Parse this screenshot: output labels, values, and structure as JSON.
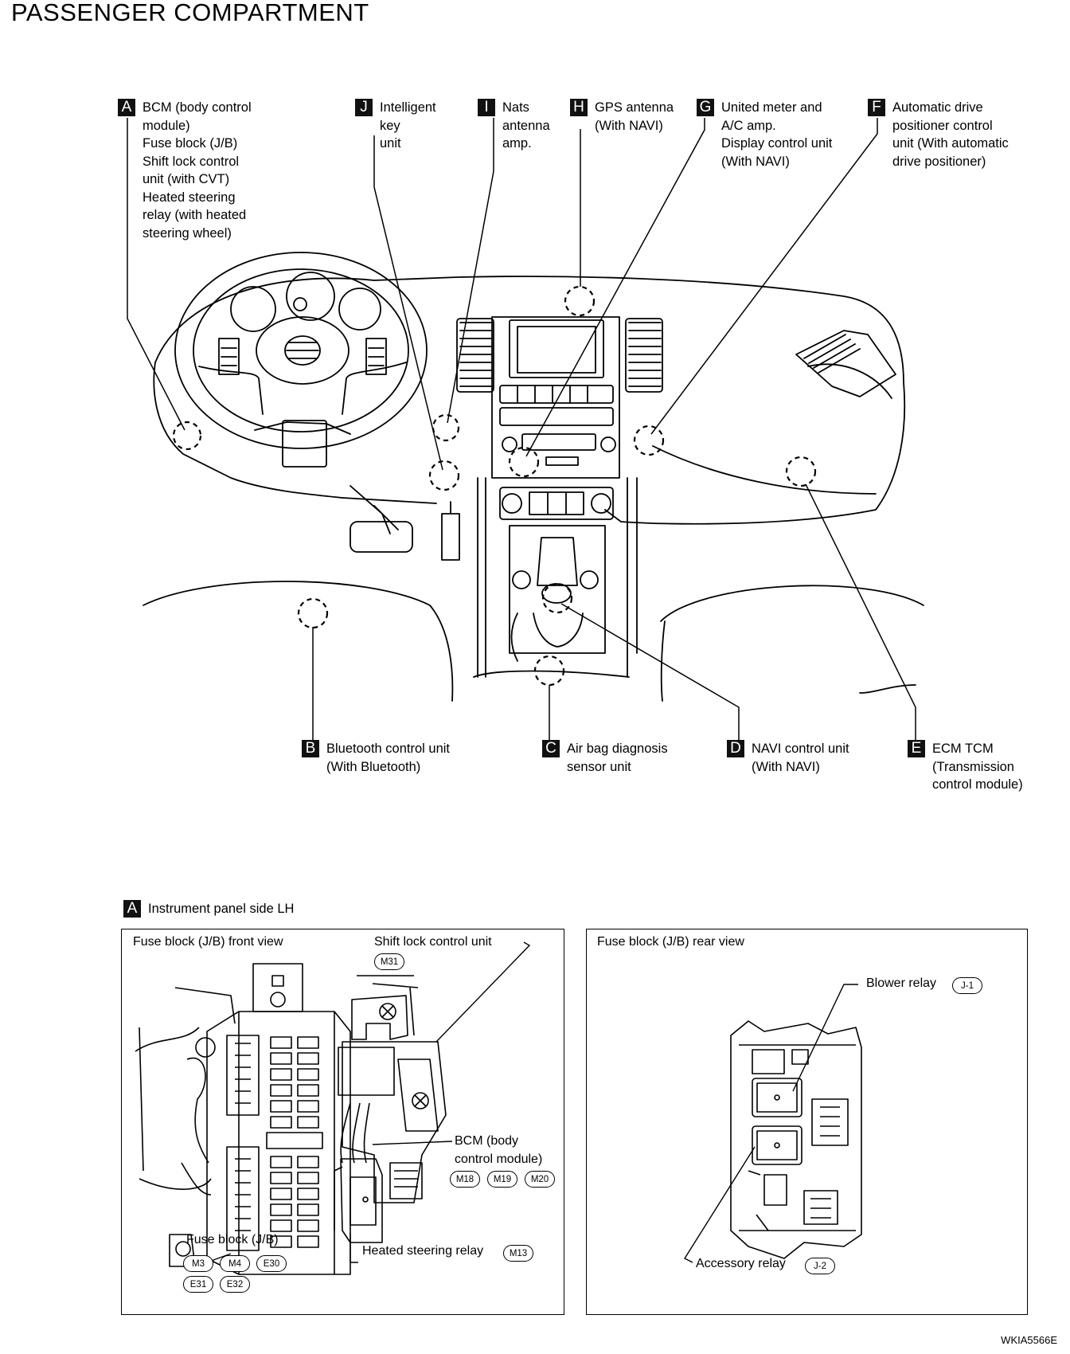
{
  "title": "PASSENGER COMPARTMENT",
  "callouts": [
    {
      "letter": "A",
      "lines": [
        "BCM (body control",
        "module)",
        "Fuse block (J/B)",
        "Shift lock control",
        "unit (with CVT)",
        "Heated steering",
        "relay (with heated",
        "steering wheel)"
      ]
    },
    {
      "letter": "J",
      "lines": [
        "Intelligent",
        "key",
        "unit"
      ]
    },
    {
      "letter": "I",
      "lines": [
        "Nats",
        "antenna",
        "amp."
      ]
    },
    {
      "letter": "H",
      "lines": [
        "GPS antenna",
        "(With NAVI)"
      ]
    },
    {
      "letter": "G",
      "lines": [
        "United meter and",
        "A/C amp.",
        "Display control unit",
        "(With NAVI)"
      ]
    },
    {
      "letter": "F",
      "lines": [
        "Automatic drive",
        "positioner control",
        "unit (With automatic",
        "drive positioner)"
      ]
    },
    {
      "letter": "B",
      "lines": [
        "Bluetooth control unit",
        "(With Bluetooth)"
      ]
    },
    {
      "letter": "C",
      "lines": [
        "Air bag diagnosis",
        "sensor unit"
      ]
    },
    {
      "letter": "D",
      "lines": [
        "NAVI control unit",
        "(With NAVI)"
      ]
    },
    {
      "letter": "E",
      "lines": [
        "ECM TCM",
        "(Transmission",
        "control module)"
      ]
    }
  ],
  "section": {
    "letter": "A",
    "label": "Instrument panel side LH"
  },
  "front_panel": {
    "title": "Fuse block (J/B) front view",
    "shift_lock_label": "Shift lock control unit",
    "shift_lock_connectors": [
      "M31"
    ],
    "bcm_lines": [
      "BCM (body",
      "control module)"
    ],
    "bcm_connectors": [
      "M18",
      "M19",
      "M20"
    ],
    "fuse_block_label": "Fuse block (J/B)",
    "fuse_block_connectors": [
      "M3",
      "M4",
      "E30",
      "E31",
      "E32"
    ],
    "heated_relay_label": "Heated steering relay",
    "heated_relay_connectors": [
      "M13"
    ]
  },
  "rear_panel": {
    "title": "Fuse block (J/B) rear view",
    "blower_label": "Blower relay",
    "blower_connector": "J-1",
    "accessory_label": "Accessory relay",
    "accessory_connector": "J-2"
  },
  "figure_code": "WKIA5566E"
}
